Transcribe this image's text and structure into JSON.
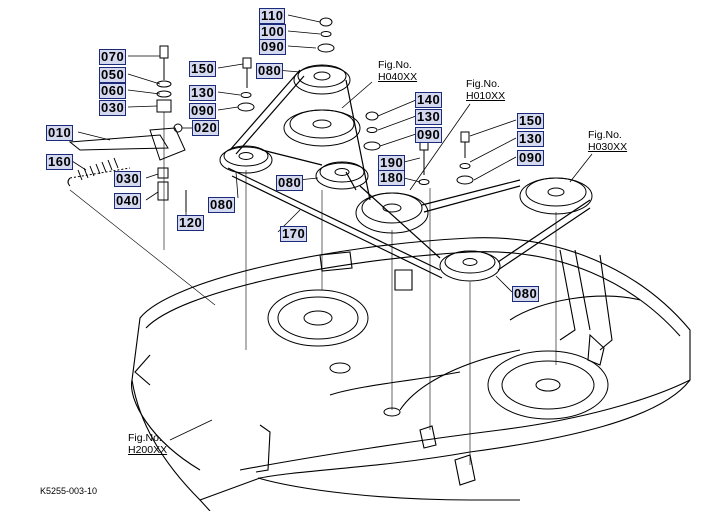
{
  "callouts": [
    "110",
    "100",
    "090",
    "070",
    "050",
    "060",
    "030",
    "150",
    "130",
    "090",
    "080",
    "010",
    "020",
    "160",
    "030",
    "040",
    "120",
    "080",
    "080",
    "170",
    "140",
    "130",
    "090",
    "190",
    "180",
    "150",
    "130",
    "090",
    "080"
  ],
  "figrefs": [
    {
      "label": "Fig.No.",
      "code": "H040XX"
    },
    {
      "label": "Fig.No.",
      "code": "H010XX"
    },
    {
      "label": "Fig.No.",
      "code": "H030XX"
    },
    {
      "label": "Fig.No.",
      "code": "H200XX"
    }
  ],
  "drawing_id": "K5255-003-10"
}
